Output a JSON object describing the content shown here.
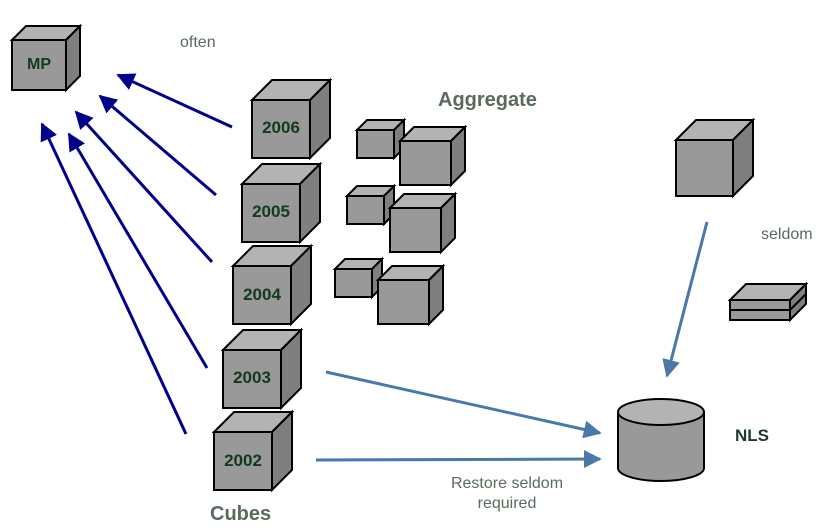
{
  "labels": {
    "mp": "MP",
    "often": "often",
    "aggregate": "Aggregate",
    "seldom": "seldom",
    "nls": "NLS",
    "cubes": "Cubes",
    "restore_line1": "Restore seldom",
    "restore_line2": "required"
  },
  "cubes": [
    {
      "year": "2006"
    },
    {
      "year": "2005"
    },
    {
      "year": "2004"
    },
    {
      "year": "2003"
    },
    {
      "year": "2002"
    }
  ],
  "colors": {
    "cube_face": "#999999",
    "cube_top": "#b3b3b3",
    "cube_side": "#7f7f7f",
    "arrow_dark": "#00008b",
    "arrow_steel": "#4a78a8",
    "label_text": "#5a6b5c"
  }
}
